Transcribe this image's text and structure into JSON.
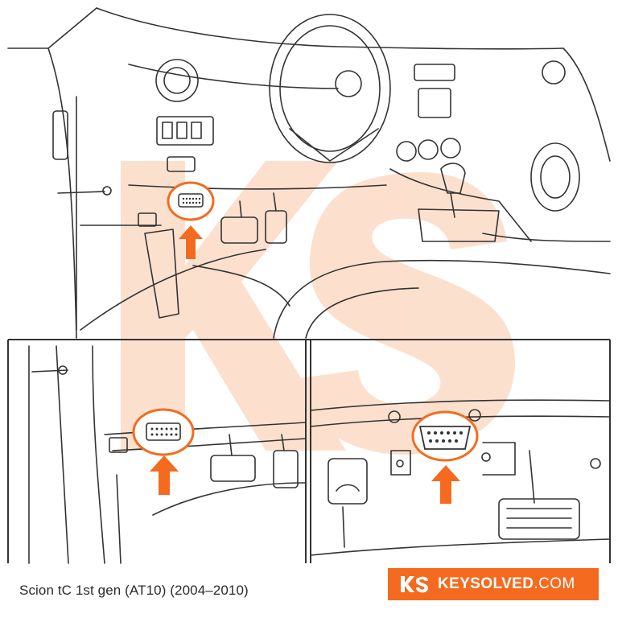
{
  "caption": "Scion tC 1st gen (AT10) (2004–2010)",
  "brand": {
    "name_strong": "KEYSOLVED",
    "name_light": ".COM",
    "monogram": "KS"
  },
  "colors": {
    "accent": "#f46b1f",
    "line": "#333333",
    "watermark": "#f9c9a8"
  },
  "icons": {
    "arrow": "up-arrow-icon",
    "port": "obd-port-icon"
  }
}
